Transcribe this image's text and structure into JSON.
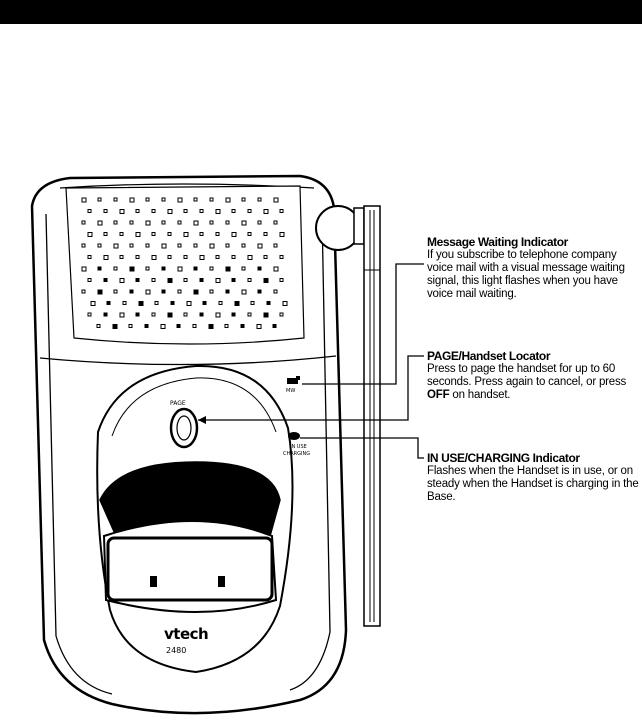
{
  "device": {
    "brand_logo": "vtech",
    "model_text": "2480",
    "page_button_label": "PAGE",
    "in_use_label": "IN USE",
    "charging_label": "CHARGING",
    "mw_label": "MW"
  },
  "callouts": {
    "message_waiting": {
      "title": "Message Waiting Indicator",
      "body": "If you subscribe to telephone company voice mail with a visual message waiting signal, this light flashes when you have voice mail waiting."
    },
    "page_locator": {
      "title": "PAGE/Handset Locator",
      "body_start": "Press to page the handset for up to 60 seconds. Press again to cancel, or press ",
      "body_bold": "OFF",
      "body_end": " on handset."
    },
    "in_use_charging": {
      "title": "IN USE/CHARGING Indicator",
      "body": "Flashes when the Handset is in use, or on steady when the Handset is charging in the Base."
    }
  }
}
